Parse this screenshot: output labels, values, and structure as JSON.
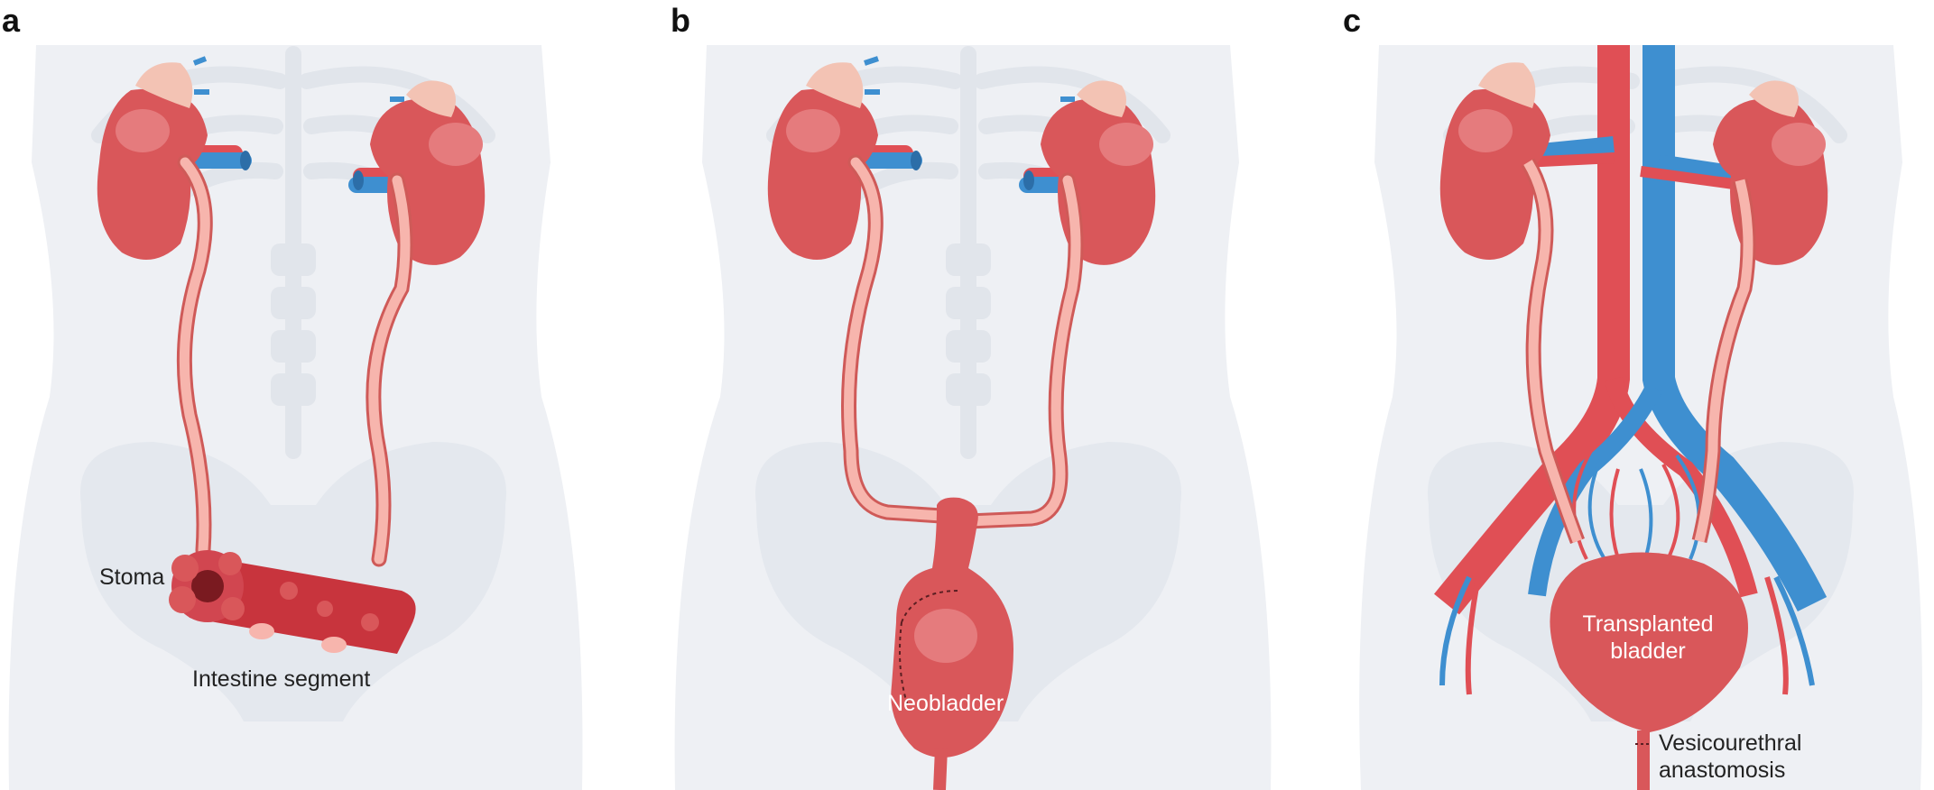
{
  "panels": [
    {
      "id": "a",
      "label": "a",
      "annotations": {
        "stoma": "Stoma",
        "intestine": "Intestine segment"
      }
    },
    {
      "id": "b",
      "label": "b",
      "annotations": {
        "neobladder": "Neobladder"
      }
    },
    {
      "id": "c",
      "label": "c",
      "annotations": {
        "transplanted_line1": "Transplanted",
        "transplanted_line2": "bladder",
        "vesico_line1": "Vesicourethral",
        "vesico_line2": "anastomosis"
      }
    }
  ],
  "colors": {
    "torso": "#eef0f4",
    "skeleton": "#e1e5eb",
    "kidney": "#d9575a",
    "kidney_highlight": "#e57b7d",
    "ureter": "#f7b5ad",
    "ureter_outline": "#cf5a58",
    "artery": "#e04f55",
    "vein": "#3e8fd0",
    "intestine": "#c8343d",
    "adrenal": "#f3c3b4",
    "label_text": "#222222"
  }
}
